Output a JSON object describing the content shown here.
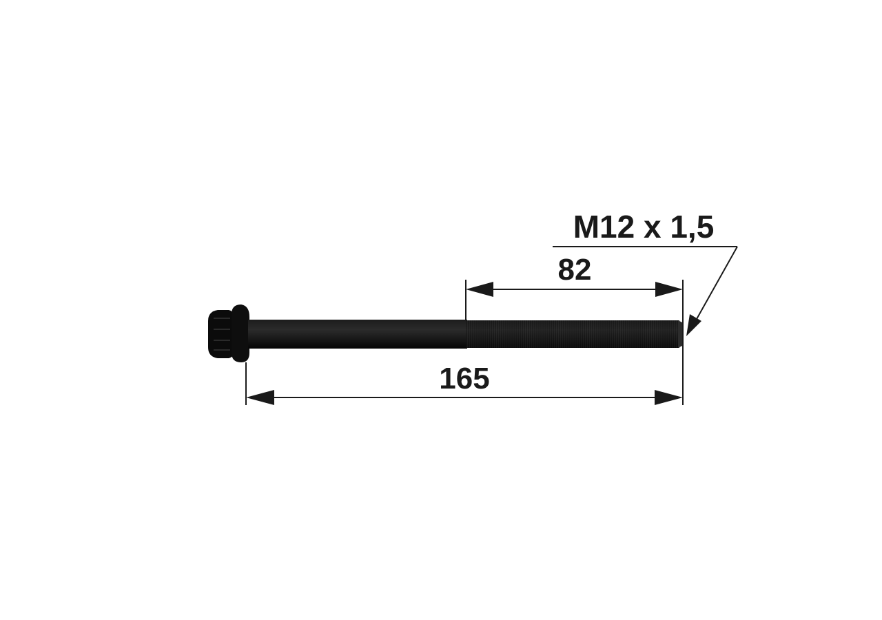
{
  "dimensions": {
    "thread_spec": "M12 x 1,5",
    "thread_length": "82",
    "total_length": "165"
  },
  "colors": {
    "background": "#ffffff",
    "bolt": "#0d0d0d",
    "line": "#1a1a1a"
  },
  "icons": {
    "bolt": "flange-head-bolt-icon"
  }
}
